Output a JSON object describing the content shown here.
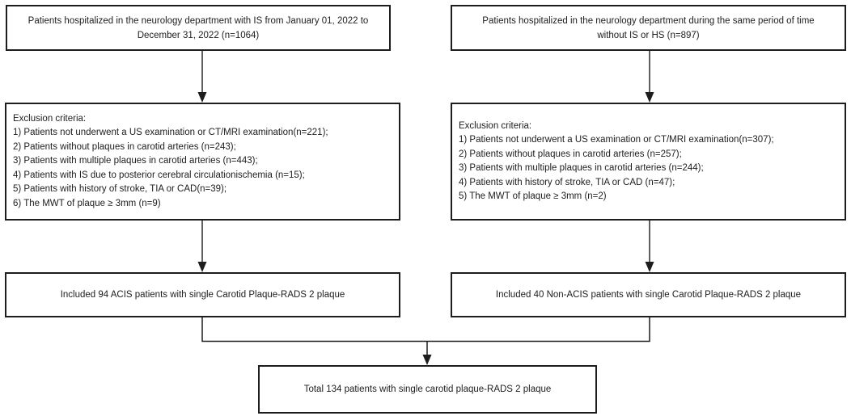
{
  "flowchart": {
    "top_left": {
      "text": "Patients hospitalized in the  neurology department with IS from January 01, 2022 to\nDecember 31, 2022 (n=1064)"
    },
    "top_right": {
      "text": "Patients hospitalized in the  neurology department during the same period of time\nwithout IS or HS  (n=897)"
    },
    "exclusion_left": {
      "title": "Exclusion criteria:",
      "items": [
        "1) Patients not underwent a US examination or CT/MRI examination(n=221);",
        "2) Patients without plaques in carotid arteries (n=243);",
        "3) Patients with multiple plaques in carotid arteries (n=443);",
        "4) Patients with IS due to posterior cerebral circulationischemia (n=15);",
        "5) Patients with history of stroke, TIA or CAD(n=39);",
        "6) The MWT of plaque ≥ 3mm (n=9)"
      ]
    },
    "exclusion_right": {
      "title": "Exclusion criteria:",
      "items": [
        "1) Patients not underwent a US examination or CT/MRI examination(n=307);",
        "2) Patients without plaques in carotid arteries (n=257);",
        "3) Patients with multiple plaques in carotid arteries (n=244);",
        "4) Patients with history of stroke, TIA or CAD (n=47);",
        "5) The MWT of plaque ≥ 3mm (n=2)"
      ]
    },
    "included_left": {
      "text": "Included 94 ACIS patients with single Carotid Plaque-RADS 2 plaque"
    },
    "included_right": {
      "text": "Included 40 Non-ACIS patients with single Carotid Plaque-RADS 2 plaque"
    },
    "total": {
      "text": "Total 134 patients with single carotid plaque-RADS 2 plaque"
    },
    "colors": {
      "line": "#1d1d1d",
      "background": "#ffffff",
      "text": "#1d1d1d"
    }
  }
}
